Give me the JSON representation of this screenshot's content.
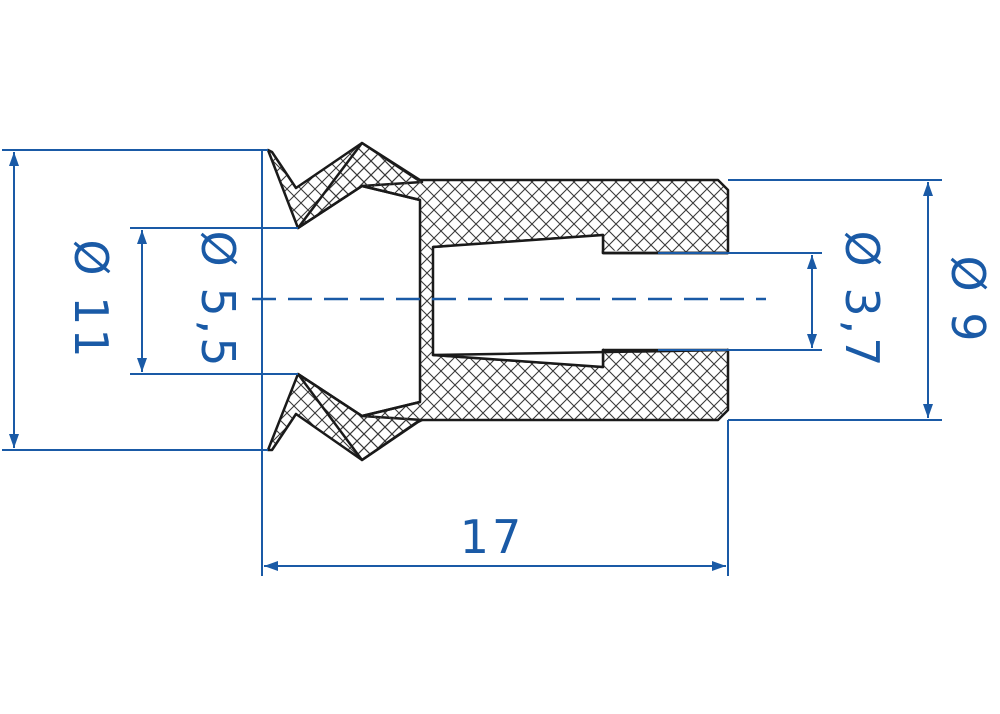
{
  "colors": {
    "outline": "#1a1a1a",
    "hatch": "#3a3a3a",
    "dimension": "#1a5aa6",
    "background": "#ffffff"
  },
  "dimensions": {
    "outer_diameter": "Ø 11",
    "inner_diameter": "Ø 5,5",
    "bore_diameter": "Ø 3,7",
    "body_diameter": "Ø 9",
    "length": "17"
  }
}
